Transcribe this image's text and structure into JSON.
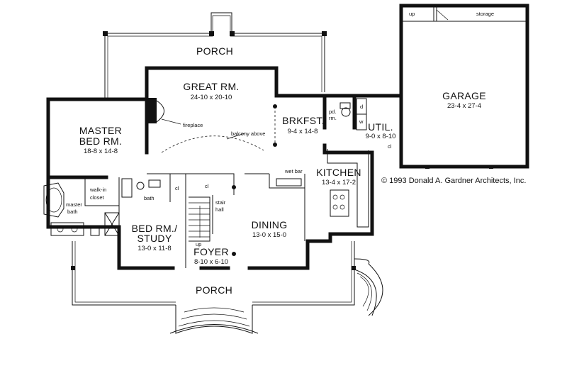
{
  "rooms": {
    "porch_rear": {
      "name": "PORCH"
    },
    "great_rm": {
      "name": "GREAT RM.",
      "dims": "24-10 x 20-10"
    },
    "master_bed": {
      "name_line1": "MASTER",
      "name_line2": "BED RM.",
      "dims": "18-8 x 14-8"
    },
    "brkfst": {
      "name": "BRKFST.",
      "dims": "9-4 x 14-8"
    },
    "util": {
      "name": "UTIL.",
      "dims": "9-0 x 8-10"
    },
    "garage": {
      "name": "GARAGE",
      "dims": "23-4 x 27-4"
    },
    "kitchen": {
      "name": "KITCHEN",
      "dims": "13-4 x 17-2"
    },
    "dining": {
      "name": "DINING",
      "dims": "13-0 x 15-0"
    },
    "bed_study": {
      "name_line1": "BED RM./",
      "name_line2": "STUDY",
      "dims": "13-0 x 11-8"
    },
    "foyer": {
      "name": "FOYER",
      "dims": "8-10 x 6-10"
    },
    "porch_front": {
      "name": "PORCH"
    }
  },
  "labels": {
    "fireplace": "fireplace",
    "balcony_above": "balcony above",
    "wet_bar": "wet bar",
    "walk_in_1": "walk-in",
    "walk_in_2": "closet",
    "master_bath_1": "master",
    "master_bath_2": "bath",
    "bath": "bath",
    "stair_1": "stair",
    "stair_2": "hall",
    "up_stair": "up",
    "up_garage": "up",
    "storage": "storage",
    "pd_rm_1": "pd.",
    "pd_rm_2": "rm.",
    "cl_1": "cl",
    "cl_2": "cl",
    "cl_util": "cl",
    "dryer": "d",
    "washer": "w"
  },
  "copyright": "© 1993 Donald A. Gardner Architects, Inc."
}
